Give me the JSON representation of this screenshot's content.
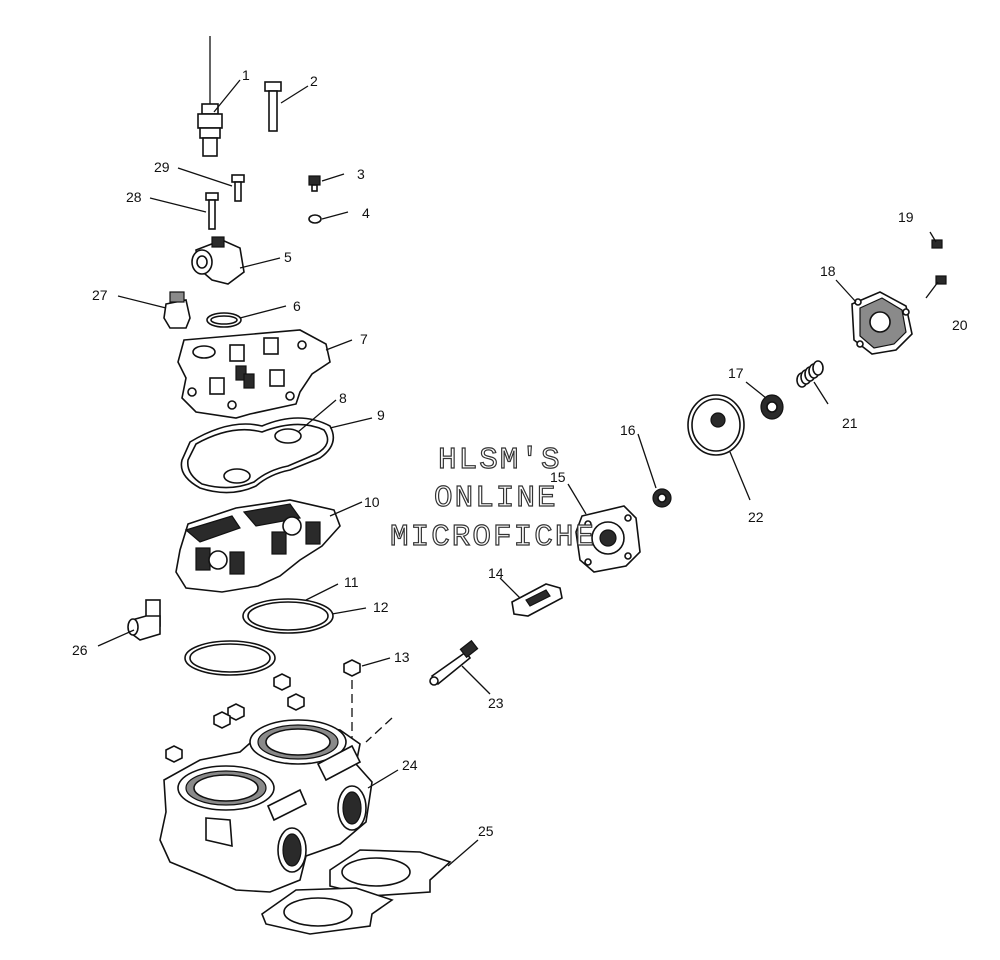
{
  "callouts": [
    "1",
    "2",
    "3",
    "4",
    "5",
    "6",
    "7",
    "8",
    "9",
    "10",
    "11",
    "12",
    "13",
    "14",
    "15",
    "16",
    "17",
    "18",
    "19",
    "20",
    "21",
    "22",
    "23",
    "24",
    "25",
    "26",
    "27",
    "28",
    "29"
  ],
  "watermark": [
    "HLSM'S",
    "ONLINE",
    "MICROFICHE"
  ]
}
